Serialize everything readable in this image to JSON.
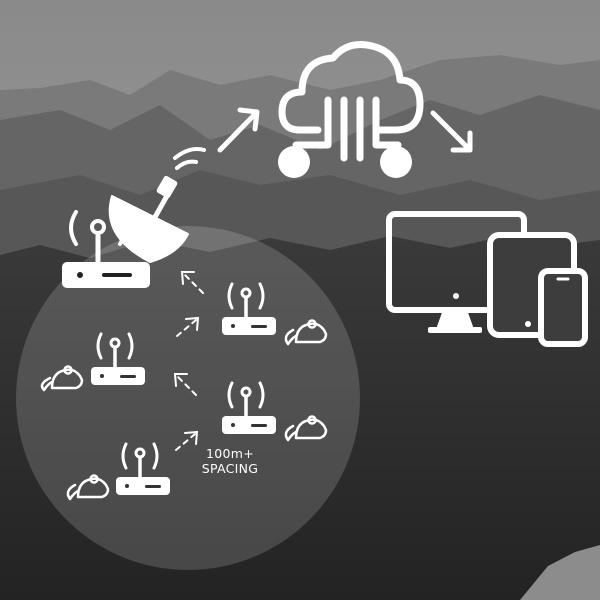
{
  "scene": {
    "background": "mountain-forest-landscape-grayscale",
    "spacing_label": {
      "line1": "100m+",
      "line2": "SPACING"
    },
    "icons": [
      "satellite-dish-gateway-icon",
      "cloud-network-icon",
      "desktop-monitor-icon",
      "tablet-icon",
      "smartphone-icon",
      "sensor-node-icon",
      "mouse-icon",
      "arrow-icon"
    ],
    "colors": {
      "foreground": "#ffffff",
      "sky": "#9a9a9a",
      "mountains": "#6d6d6d",
      "forest": "#2c2c2c",
      "coverage_zone": "rgba(255,255,255,0.16)"
    }
  }
}
